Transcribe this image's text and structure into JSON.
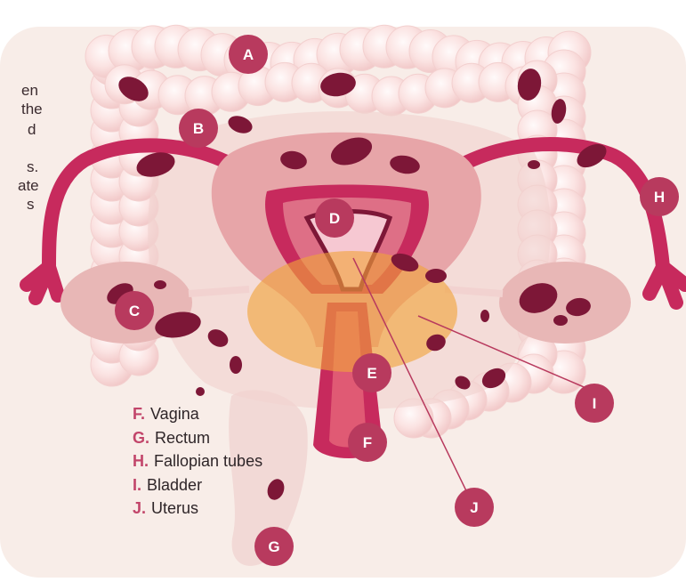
{
  "labels": {
    "a": "A",
    "b": "B",
    "c": "C",
    "d": "D",
    "e": "E",
    "f": "F",
    "g": "G",
    "h": "H",
    "i": "I",
    "j": "J"
  },
  "partial_text": [
    "en",
    "the",
    "d",
    "s.",
    "ate",
    "s"
  ],
  "legend": [
    {
      "key": "F.",
      "text": "Vagina"
    },
    {
      "key": "G.",
      "text": "Rectum"
    },
    {
      "key": "H.",
      "text": "Fallopian tubes"
    },
    {
      "key": "I.",
      "text": "Bladder"
    },
    {
      "key": "J.",
      "text": "Uterus"
    }
  ],
  "colors": {
    "background_panel": "#f8ede8",
    "intestine": "#f7d4d2",
    "uterus": "#c72a5d",
    "endometriosis": "#7d1737",
    "bladder": "#f0a33a",
    "badge": "#b83a5e",
    "legend_key": "#c2456a"
  }
}
